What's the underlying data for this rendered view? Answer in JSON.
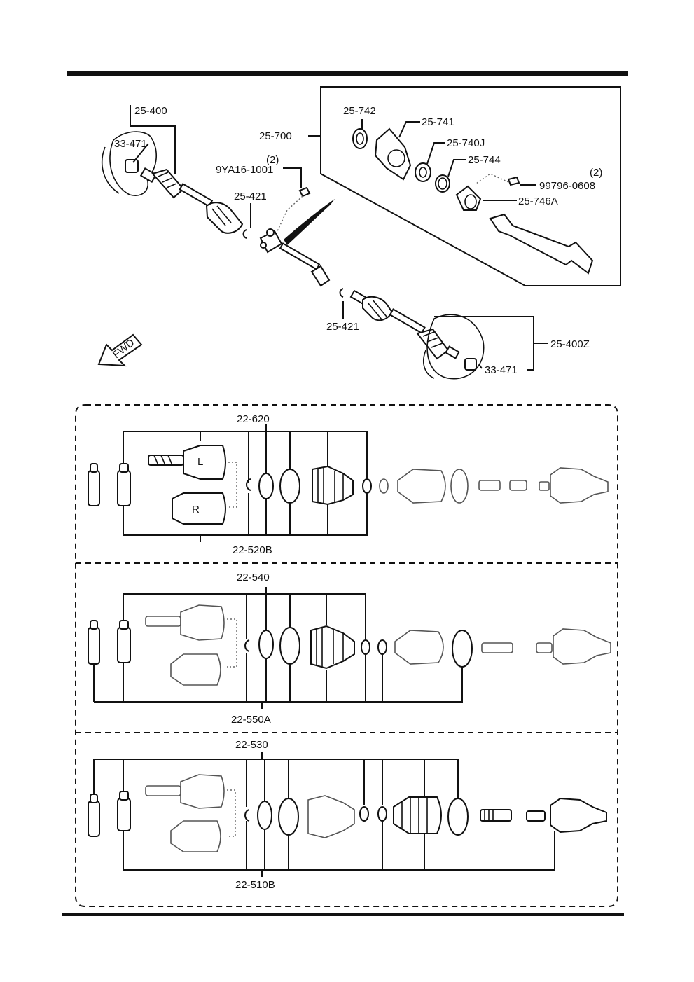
{
  "labels": {
    "shaft_left": "25-400",
    "nut_left": "33-471",
    "bolt_qty": "(2)",
    "bolt": "9YA16-1001",
    "clip_upper": "25-421",
    "clip_lower": "25-421",
    "bearing_support": "25-700",
    "dust_seal": "25-742",
    "bracket": "25-741",
    "bearing": "25-740J",
    "snap_ring": "25-744",
    "bolt2_qty": "(2)",
    "bolt2": "99796-0608",
    "dust_cover": "25-746A",
    "shaft_right": "25-400Z",
    "nut_right": "33-471",
    "fwd_arrow": "FWD",
    "kit1_top": "22-620",
    "kit1_bottom": "22-520B",
    "kit2_top": "22-540",
    "kit2_bottom": "22-550A",
    "kit3_top": "22-530",
    "kit3_bottom": "22-510B",
    "joint_mark_l": "L",
    "joint_mark_r": "R"
  }
}
